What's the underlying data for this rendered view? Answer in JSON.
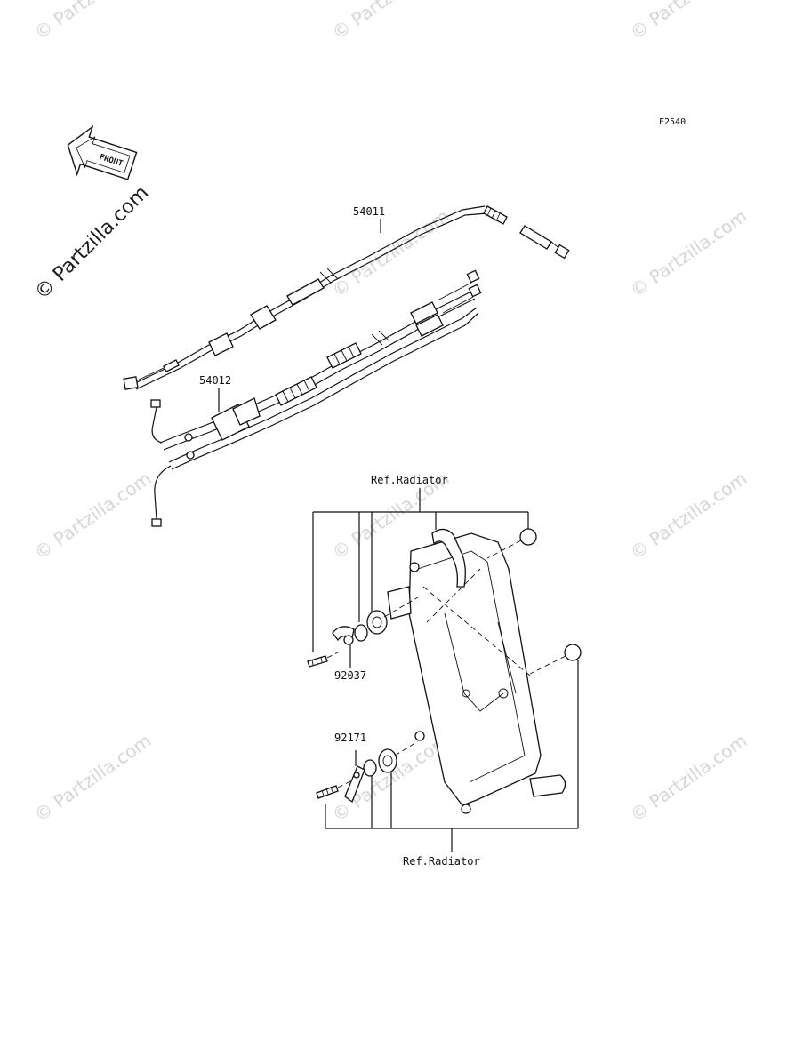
{
  "diagram": {
    "code": "F2540",
    "front_label": "FRONT",
    "watermark": "© Partzilla.com",
    "parts": [
      {
        "number": "54011"
      },
      {
        "number": "54012"
      },
      {
        "number": "92037"
      },
      {
        "number": "92171"
      }
    ],
    "references": [
      {
        "text": "Ref.Radiator"
      },
      {
        "text": "Ref.Radiator"
      }
    ]
  }
}
